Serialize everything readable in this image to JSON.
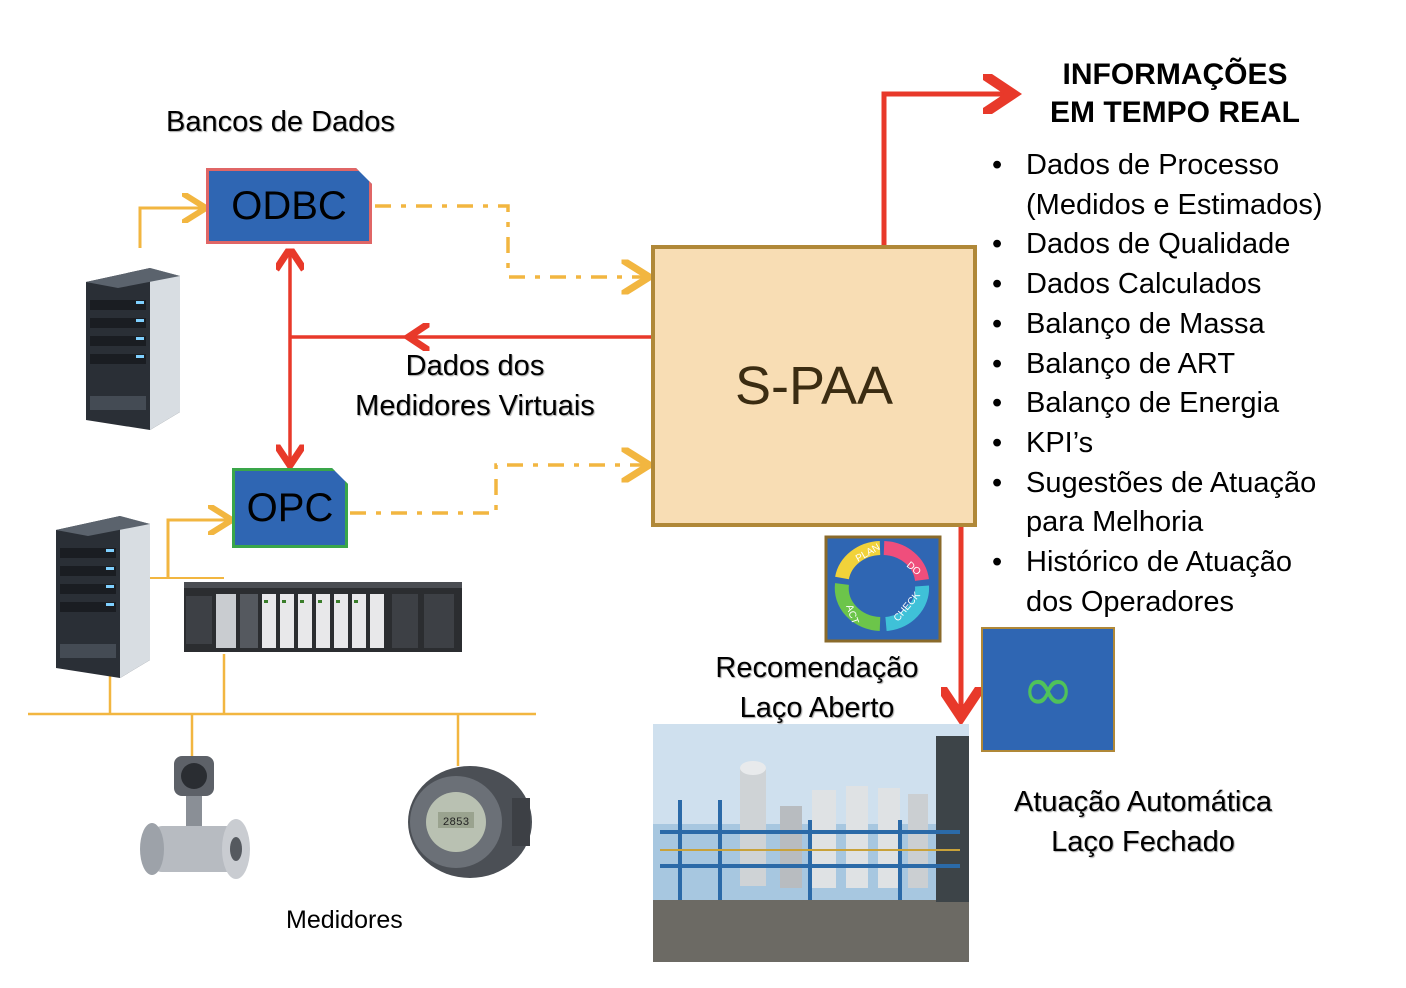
{
  "databases": {
    "title": "Bancos de Dados"
  },
  "odbc": {
    "label": "ODBC"
  },
  "opc": {
    "label": "OPC"
  },
  "spaa": {
    "label": "S-PAA"
  },
  "virtual_meters": {
    "line1": "Dados dos",
    "line2": "Medidores Virtuais"
  },
  "info": {
    "title_line1": "INFORMAÇÕES",
    "title_line2": "EM TEMPO REAL",
    "items": [
      {
        "text": "Dados de Processo",
        "bullet": true
      },
      {
        "text": "(Medidos e Estimados)",
        "bullet": false
      },
      {
        "text": "Dados de Qualidade",
        "bullet": true
      },
      {
        "text": "Dados Calculados",
        "bullet": true
      },
      {
        "text": "Balanço de Massa",
        "bullet": true
      },
      {
        "text": "Balanço de ART",
        "bullet": true
      },
      {
        "text": "Balanço de Energia",
        "bullet": true
      },
      {
        "text": "KPI’s",
        "bullet": true
      },
      {
        "text": "Sugestões de Atuação",
        "bullet": true
      },
      {
        "text": "para Melhoria",
        "bullet": false
      },
      {
        "text": "Histórico de Atuação",
        "bullet": true
      },
      {
        "text": "dos Operadores",
        "bullet": false
      }
    ]
  },
  "pdca": {
    "plan": "PLAN",
    "do": "DO",
    "check": "CHECK",
    "act": "ACT"
  },
  "recommendation": {
    "line1": "Recomendação",
    "line2": "Laço Aberto"
  },
  "automatic": {
    "line1": "Atuação Automática",
    "line2": "Laço Fechado"
  },
  "infinity": {
    "symbol": "∞"
  },
  "meters": {
    "label": "Medidores"
  },
  "transmitter_display": "2853",
  "colors": {
    "red_arrow": "#e8392a",
    "yellow_line": "#f2b640",
    "blue_box": "#2f66b3",
    "spaa_fill": "#f8ddb4"
  }
}
